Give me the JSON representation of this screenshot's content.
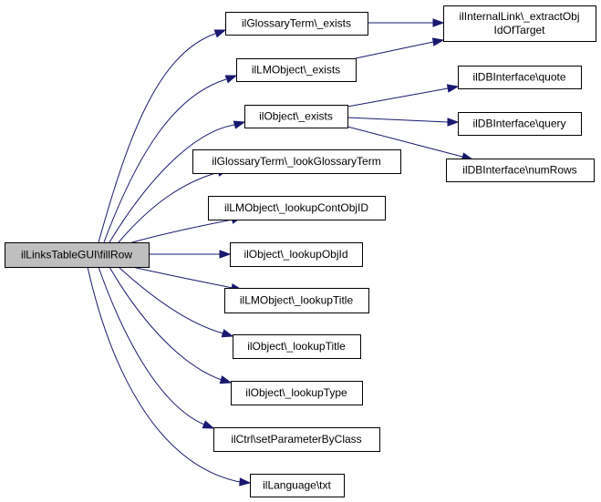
{
  "diagram": {
    "type": "call-graph",
    "edge_color": "#191970",
    "root_fill": "#bfbfbf",
    "nodes": [
      {
        "id": "fillRow",
        "label": "ilLinksTableGUI\\fillRow",
        "root": true
      },
      {
        "id": "gt_exists",
        "label": "ilGlossaryTerm\\_exists"
      },
      {
        "id": "lm_exists",
        "label": "ilLMObject\\_exists"
      },
      {
        "id": "obj_exists",
        "label": "ilObject\\_exists"
      },
      {
        "id": "il_extract",
        "label": "ilInternalLink\\_extractObj",
        "label2": "IdOfTarget"
      },
      {
        "id": "db_quote",
        "label": "ilDBInterface\\quote"
      },
      {
        "id": "db_query",
        "label": "ilDBInterface\\query"
      },
      {
        "id": "db_numrows",
        "label": "ilDBInterface\\numRows"
      },
      {
        "id": "gt_look",
        "label": "ilGlossaryTerm\\_lookGlossaryTerm"
      },
      {
        "id": "lm_contobj",
        "label": "ilLMObject\\_lookupContObjID"
      },
      {
        "id": "obj_objid",
        "label": "ilObject\\_lookupObjId"
      },
      {
        "id": "lm_title",
        "label": "ilLMObject\\_lookupTitle"
      },
      {
        "id": "obj_title",
        "label": "ilObject\\_lookupTitle"
      },
      {
        "id": "obj_type",
        "label": "ilObject\\_lookupType"
      },
      {
        "id": "ctrl_param",
        "label": "ilCtrl\\setParameterByClass"
      },
      {
        "id": "lang_txt",
        "label": "ilLanguage\\txt"
      }
    ],
    "edges": [
      {
        "from": "fillRow",
        "to": "gt_exists"
      },
      {
        "from": "fillRow",
        "to": "lm_exists"
      },
      {
        "from": "fillRow",
        "to": "obj_exists"
      },
      {
        "from": "fillRow",
        "to": "gt_look"
      },
      {
        "from": "fillRow",
        "to": "lm_contobj"
      },
      {
        "from": "fillRow",
        "to": "obj_objid"
      },
      {
        "from": "fillRow",
        "to": "lm_title"
      },
      {
        "from": "fillRow",
        "to": "obj_title"
      },
      {
        "from": "fillRow",
        "to": "obj_type"
      },
      {
        "from": "fillRow",
        "to": "ctrl_param"
      },
      {
        "from": "fillRow",
        "to": "lang_txt"
      },
      {
        "from": "gt_exists",
        "to": "il_extract"
      },
      {
        "from": "lm_exists",
        "to": "il_extract"
      },
      {
        "from": "obj_exists",
        "to": "db_quote"
      },
      {
        "from": "obj_exists",
        "to": "db_query"
      },
      {
        "from": "obj_exists",
        "to": "db_numrows"
      }
    ]
  }
}
